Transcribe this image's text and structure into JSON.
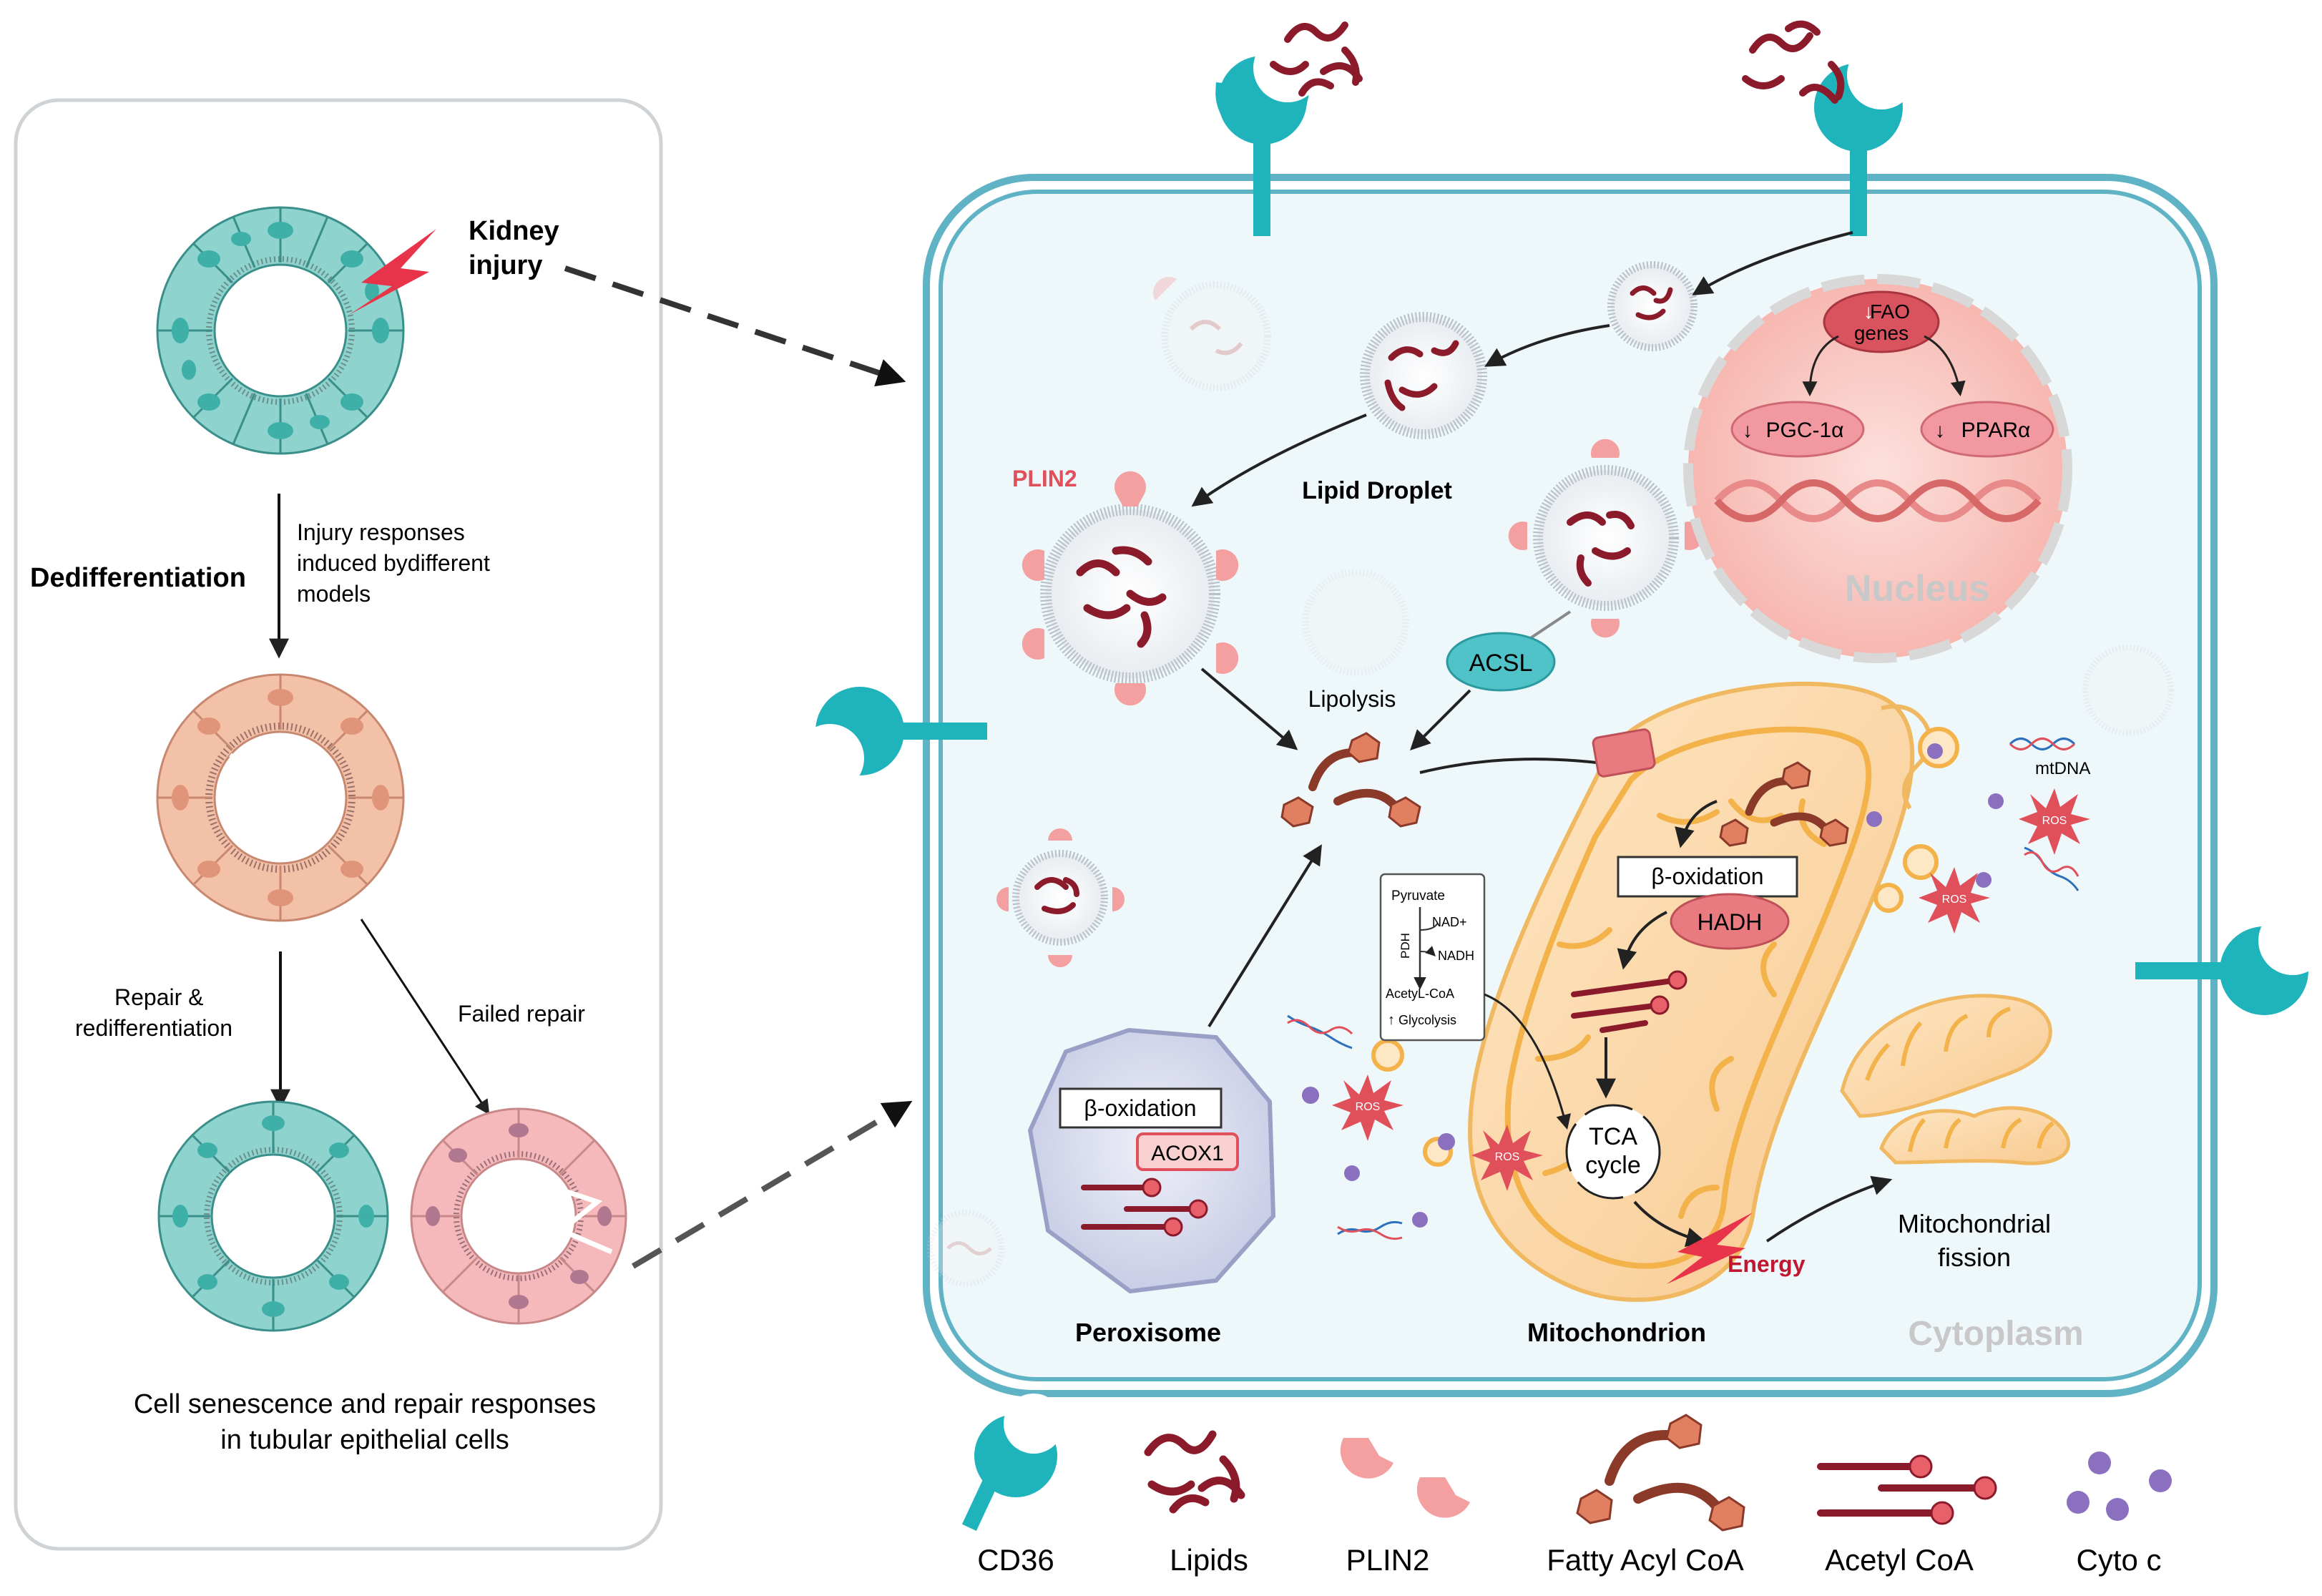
{
  "left_panel": {
    "kidney_injury_line1": "Kidney",
    "kidney_injury_line2": "injury",
    "dedifferentiation": "Dedifferentiation",
    "injury_responses_line1": "Injury responses",
    "injury_responses_line2": "induced bydifferent",
    "injury_responses_line3": "models",
    "repair_line1": "Repair &",
    "repair_line2": "redifferentiation",
    "failed_repair": "Failed repair",
    "caption_line1": "Cell senescence and repair responses",
    "caption_line2": "in tubular epithelial cells"
  },
  "cell": {
    "plin2_label": "PLIN2",
    "lipid_droplet": "Lipid Droplet",
    "lipolysis": "Lipolysis",
    "acsl": "ACSL",
    "peroxisome": "Peroxisome",
    "perox_beta": "β-oxidation",
    "acox1": "ACOX1",
    "mitochondrion": "Mitochondrion",
    "mito_beta": "β-oxidation",
    "hadh": "HADH",
    "tca_line1": "TCA",
    "tca_line2": "cycle",
    "energy": "Energy",
    "fission_line1": "Mitochondrial",
    "fission_line2": "fission",
    "cytoplasm": "Cytoplasm",
    "mtdna": "mtDNA",
    "ros": "ROS",
    "pyruvate_box": {
      "pyruvate": "Pyruvate",
      "pdh": "PDH",
      "nad": "NAD+",
      "nadh": "NADH",
      "acetyl": "AcetyL-CoA",
      "glycolysis": "Glycolysis"
    },
    "nucleus": {
      "title": "Nucleus",
      "fao_line1": "FAO",
      "fao_line2": "genes",
      "pgc": "PGC-1α",
      "ppar": "PPARα"
    }
  },
  "legend": {
    "cd36": "CD36",
    "lipids": "Lipids",
    "plin2": "PLIN2",
    "fatty_acyl": "Fatty Acyl CoA",
    "acetyl": "Acetyl CoA",
    "cytoc": "Cyto c"
  },
  "colors": {
    "teal": "#1fb3bb",
    "lipid_red": "#8b1a2b",
    "plin_pink": "#f4a0a0",
    "acyl_brown": "#8b3a2a",
    "cyto_purple": "#8b70c0",
    "ros_red": "#e0505a",
    "mito_orange": "#f4c070",
    "cell_border": "#5fb3c5"
  }
}
